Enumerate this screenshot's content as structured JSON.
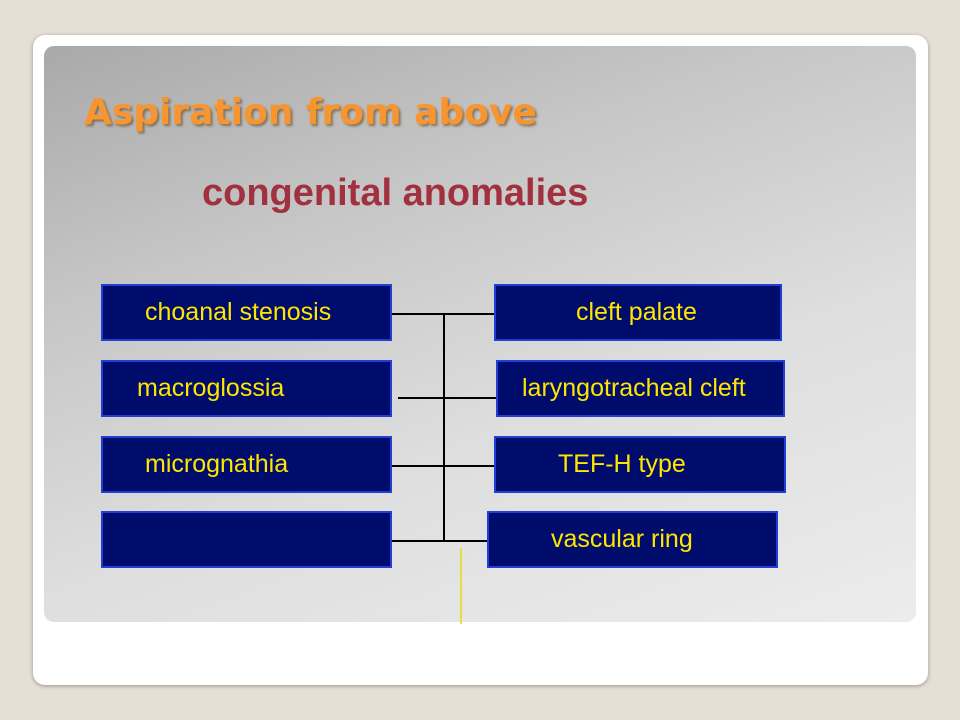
{
  "slide": {
    "title": "Aspiration from above",
    "subtitle": "congenital anomalies"
  },
  "left_boxes": [
    {
      "label": "choanal stenosis"
    },
    {
      "label": "macroglossia"
    },
    {
      "label": "micrognathia"
    },
    {
      "label": ""
    }
  ],
  "right_boxes": [
    {
      "label": "cleft palate"
    },
    {
      "label": "laryngotracheal cleft"
    },
    {
      "label": "TEF-H type"
    },
    {
      "label": "vascular ring"
    }
  ],
  "colors": {
    "box_fill": "#000c6b",
    "box_border": "#1f3fd6",
    "box_text": "#ffe600",
    "title": "#f79530",
    "subtitle": "#a1313f"
  }
}
